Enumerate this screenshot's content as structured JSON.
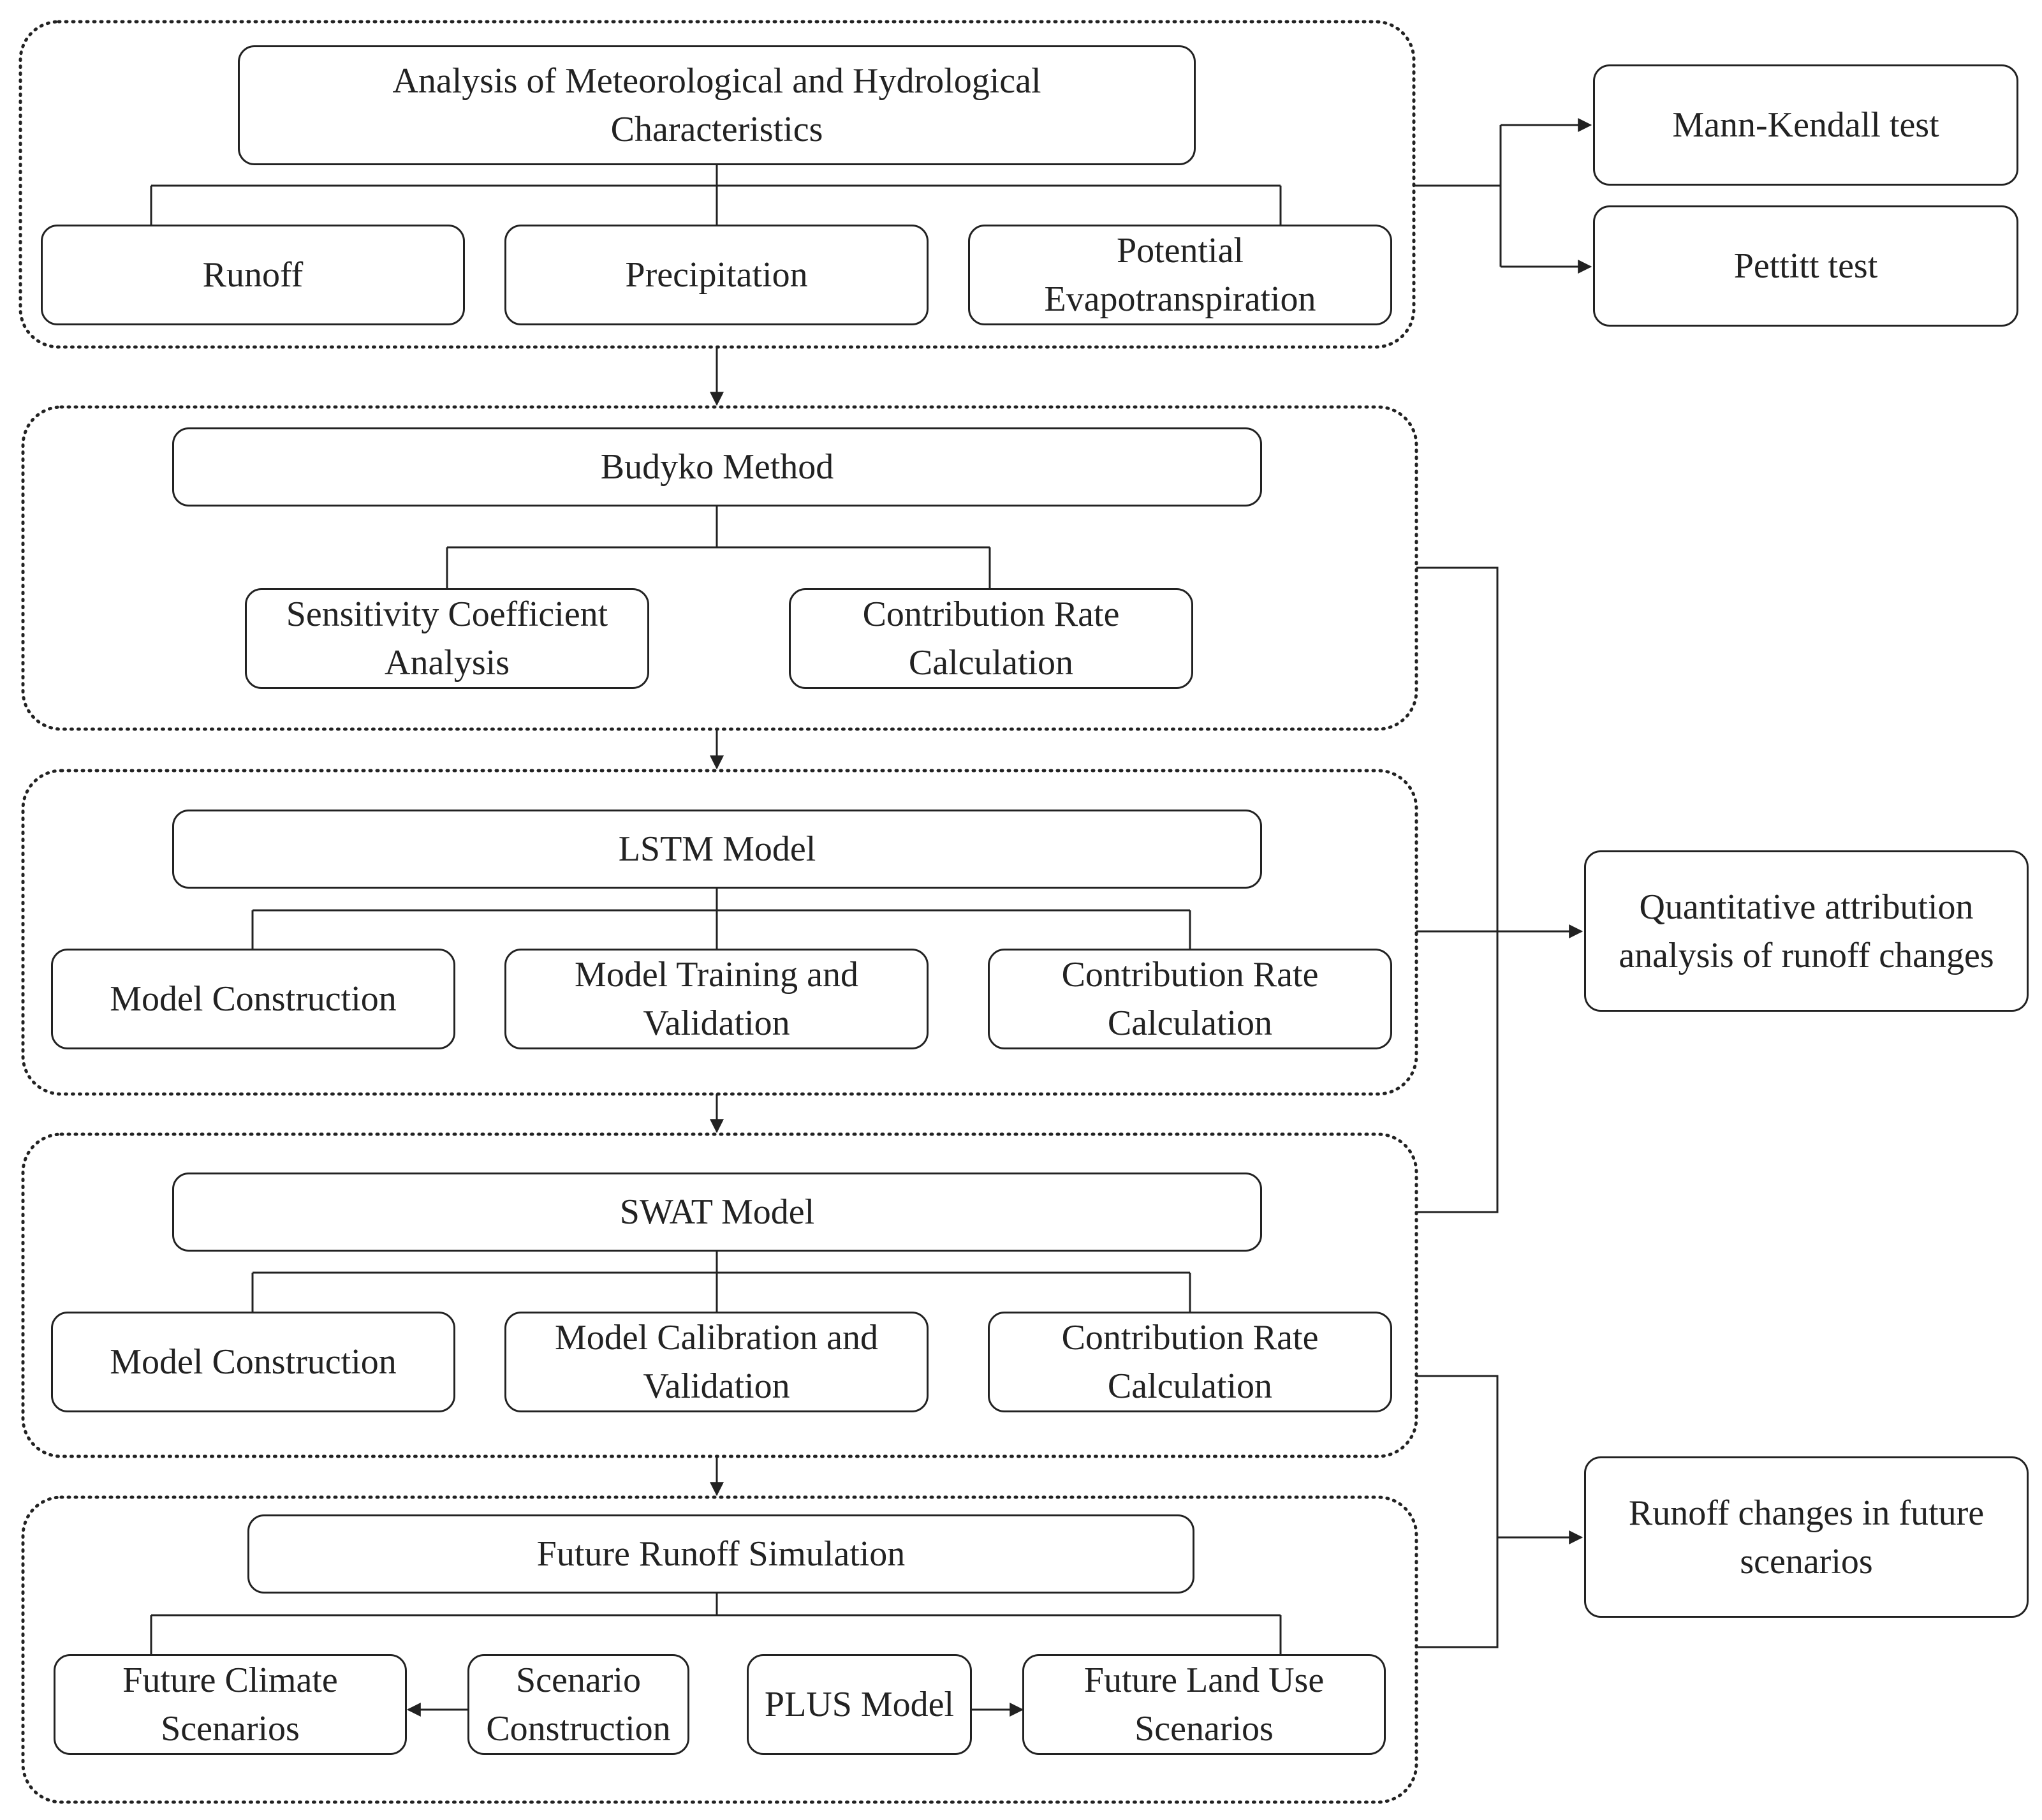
{
  "stages": {
    "characteristics": {
      "title": "Analysis of Meteorological and Hydrological\nCharacteristics",
      "items": [
        "Runoff",
        "Precipitation",
        "Potential\nEvapotranspiration"
      ]
    },
    "budyko": {
      "title": "Budyko Method",
      "items": [
        "Sensitivity Coefficient\nAnalysis",
        "Contribution Rate\nCalculation"
      ]
    },
    "lstm": {
      "title": "LSTM Model",
      "items": [
        "Model Construction",
        "Model Training and\nValidation",
        "Contribution Rate\nCalculation"
      ]
    },
    "swat": {
      "title": "SWAT Model",
      "items": [
        "Model Construction",
        "Model Calibration and\nValidation",
        "Contribution Rate\nCalculation"
      ]
    },
    "future": {
      "title": "Future Runoff Simulation",
      "items": [
        "Future Climate\nScenarios",
        "Scenario\nConstruction",
        "PLUS Model",
        "Future Land Use\nScenarios"
      ]
    }
  },
  "outputs": {
    "mann_kendall": "Mann-Kendall test",
    "pettitt": "Pettitt test",
    "attribution": "Quantitative attribution\nanalysis of runoff changes",
    "future_changes": "Runoff changes in future\nscenarios"
  },
  "colors": {
    "stroke": "#222222",
    "background": "#ffffff"
  }
}
